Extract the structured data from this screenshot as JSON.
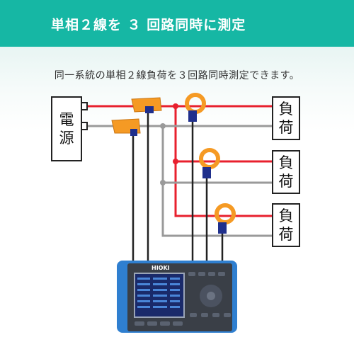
{
  "header": {
    "title": "単相２線を ３ 回路同時に測定"
  },
  "description": "同一系統の単相２線負荷を３回路同時測定できます。",
  "power_source": {
    "line1": "電",
    "line2": "源"
  },
  "loads": [
    {
      "line1": "負",
      "line2": "荷"
    },
    {
      "line1": "負",
      "line2": "荷"
    },
    {
      "line1": "負",
      "line2": "荷"
    }
  ],
  "instrument": {
    "brand": "HIOKI"
  },
  "colors": {
    "header": "#16b7a4",
    "live_wire": "#e8202e",
    "neutral_wire": "#9a9a9a",
    "sense_wire": "#222222",
    "clamp_orange": "#f59a24",
    "clamp_blue": "#1f2f8c",
    "instrument_frame": "#2f7fd0"
  },
  "icons": [
    "flexible-clamp-icon",
    "current-clamp-icon",
    "power-analyzer-icon"
  ]
}
